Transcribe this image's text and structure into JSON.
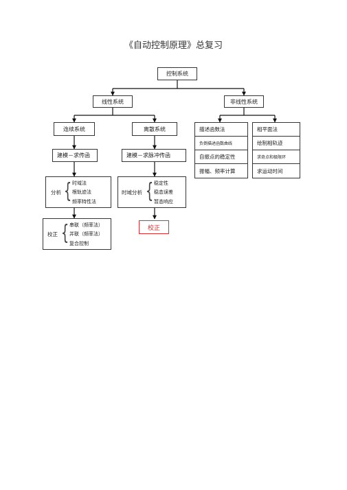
{
  "title": "《自动控制原理》总复习",
  "root": "控制系统",
  "linear": "线性系统",
  "nonlinear": "非线性系统",
  "continuous": {
    "title": "连续系统",
    "model": "建模－求传函",
    "analysis": {
      "label": "分析",
      "items": [
        "时域法",
        "根轨迹法",
        "频率特性法"
      ]
    },
    "correction": {
      "label": "校正",
      "items": [
        "串联（频率法）",
        "并联（频率法）",
        "复合控制"
      ]
    }
  },
  "discrete": {
    "title": "离散系统",
    "model": "建模－求脉冲传函",
    "analysis": {
      "label": "时域分析",
      "items": [
        "稳定性",
        "稳态误差",
        "暂态响应"
      ]
    },
    "correction": "校正"
  },
  "describing": {
    "title": "描述函数法",
    "rows": [
      "负倒描述函数曲线",
      "自振点的稳定性",
      "振幅、频率计算"
    ]
  },
  "phase_plane": {
    "title": "相平面法",
    "rows": [
      "绘制相轨迹",
      "求奇点和极限环",
      "求运动时间"
    ]
  }
}
